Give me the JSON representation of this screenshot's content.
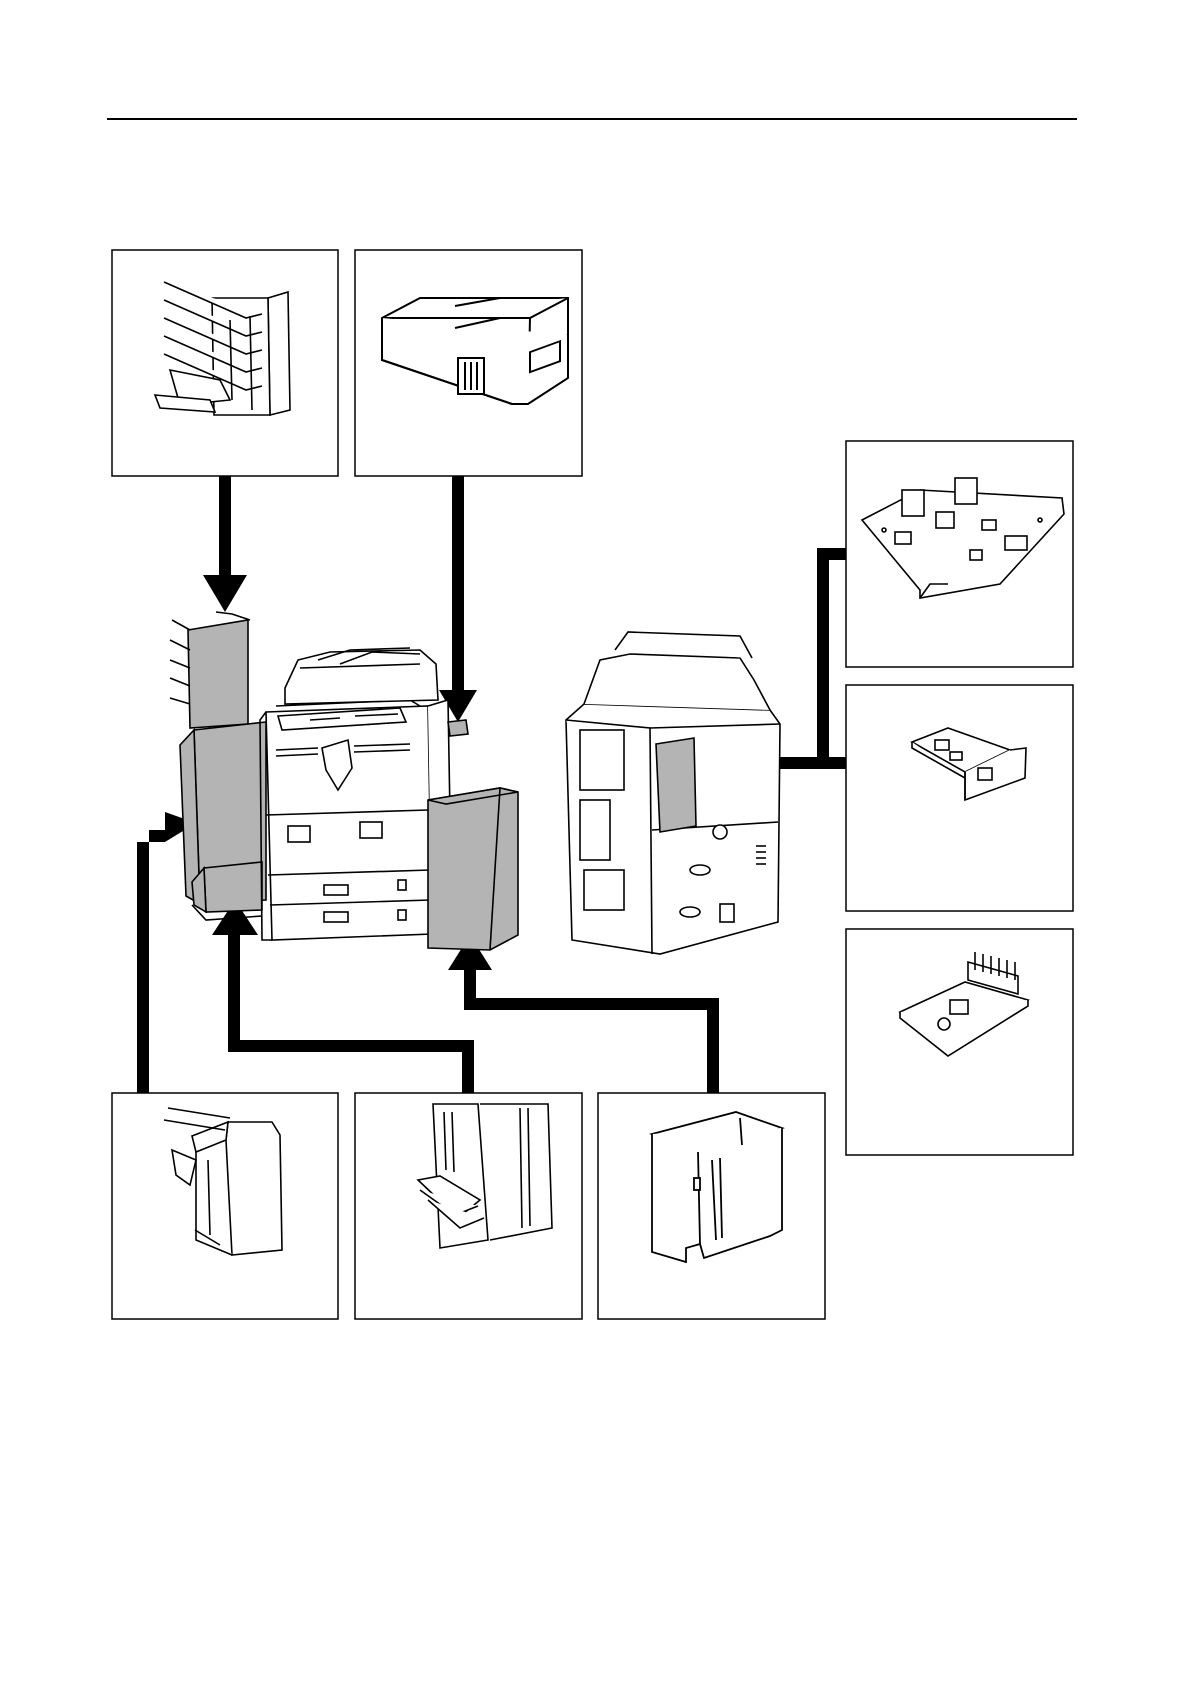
{
  "page": {
    "background": "#ffffff",
    "ink": "#000000",
    "part_fill": "#b4b4b4"
  },
  "boxes": [
    {
      "name": "option-document-finisher-trays",
      "icon": "mailbox-trays-icon"
    },
    {
      "name": "option-key-counter",
      "icon": "key-counter-icon"
    },
    {
      "name": "option-printer-board",
      "icon": "printer-board-icon"
    },
    {
      "name": "option-network-card",
      "icon": "network-card-icon"
    },
    {
      "name": "option-memory-chip",
      "icon": "memory-chip-icon"
    },
    {
      "name": "option-finisher",
      "icon": "finisher-icon"
    },
    {
      "name": "option-folding-unit",
      "icon": "folding-unit-icon"
    },
    {
      "name": "option-side-feeder",
      "icon": "side-feeder-icon"
    }
  ],
  "main_units": [
    {
      "name": "copier-front-view",
      "icon": "copier-icon"
    },
    {
      "name": "copier-rear-view",
      "icon": "copier-rear-icon"
    }
  ]
}
